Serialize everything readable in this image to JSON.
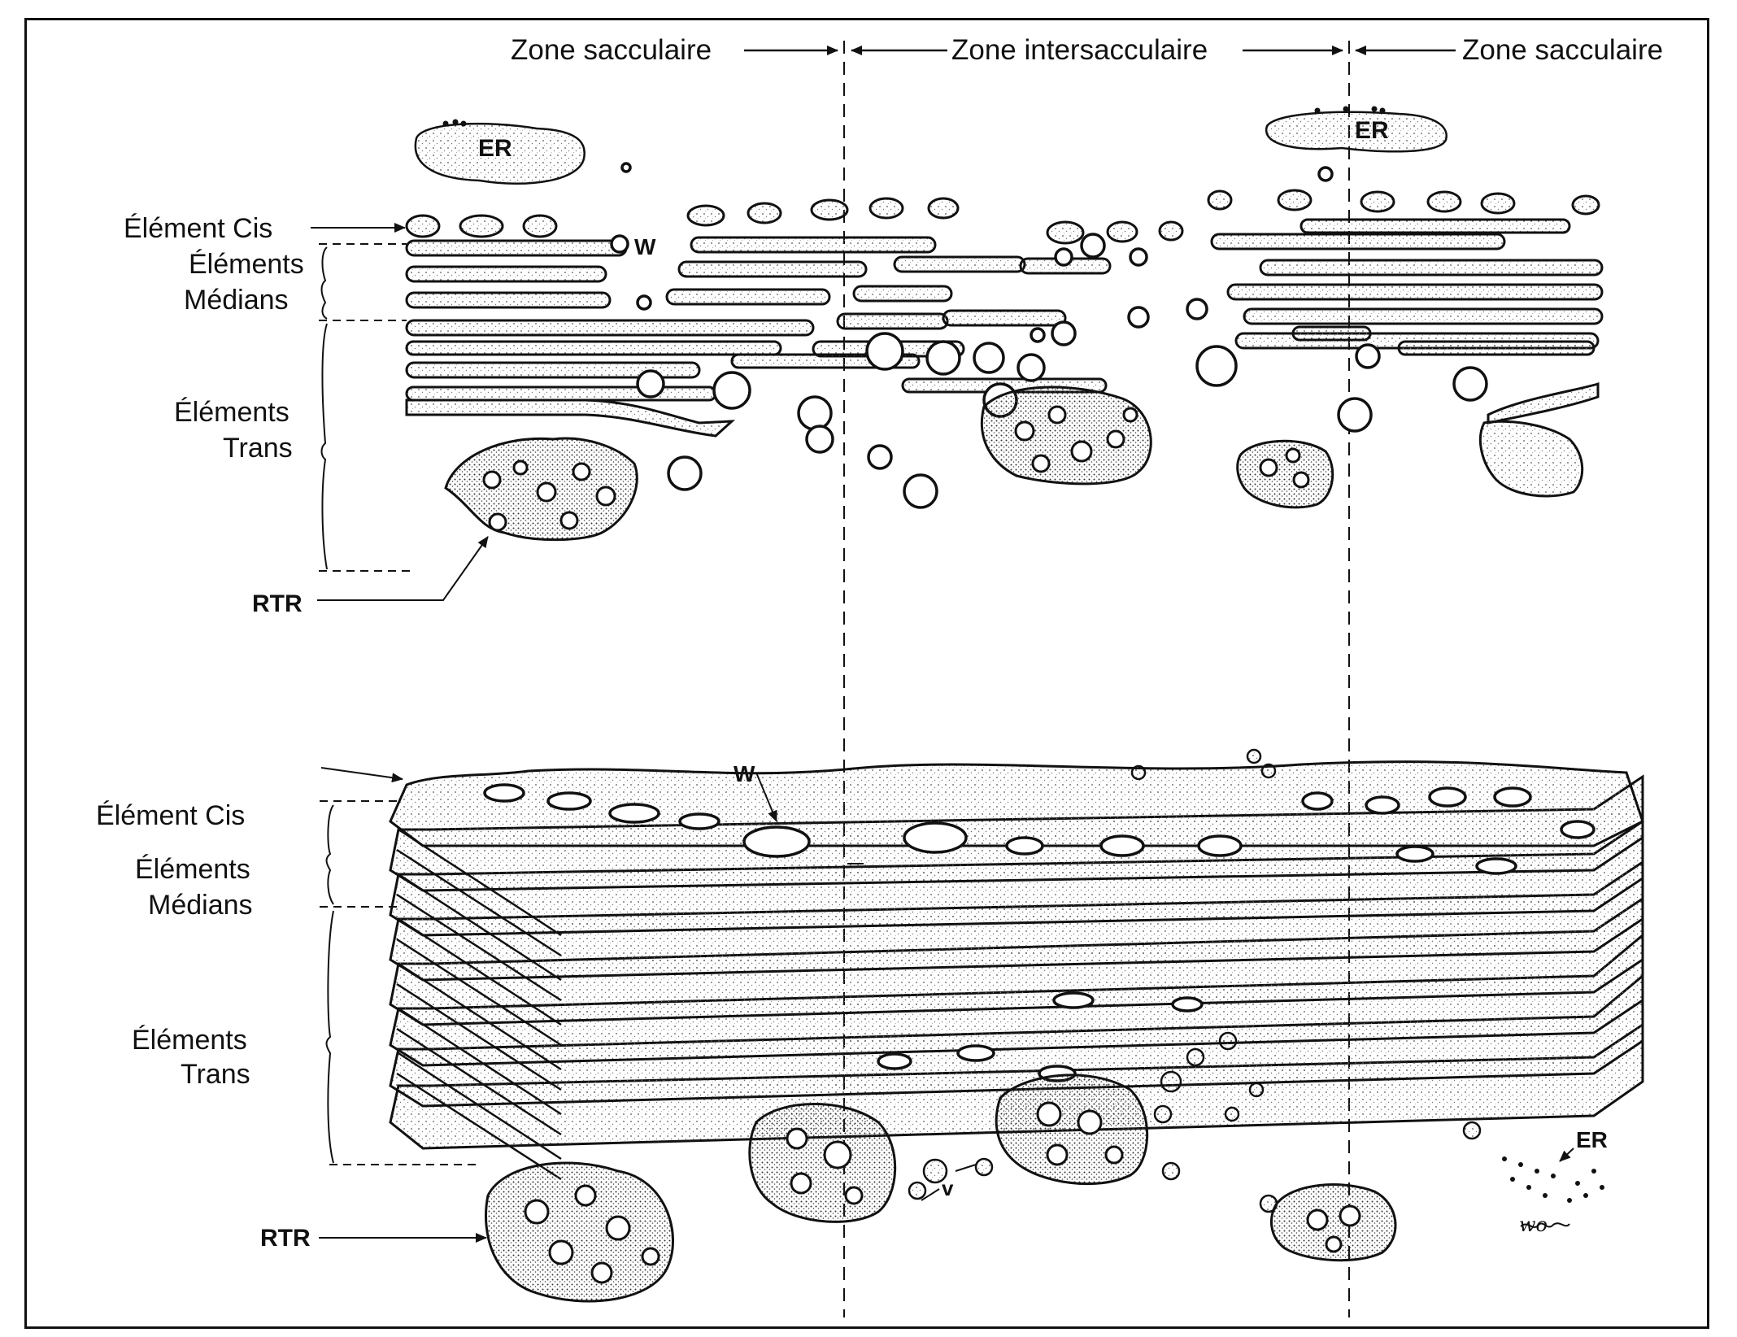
{
  "zones": {
    "left": "Zone sacculaire",
    "middle": "Zone intersacculaire",
    "right": "Zone sacculaire"
  },
  "top_diagram": {
    "cis": "Élément Cis",
    "medians_line1": "Éléments",
    "medians_line2": "Médians",
    "trans_line1": "Éléments",
    "trans_line2": "Trans",
    "rtr": "RTR",
    "er_left": "ER",
    "er_right": "ER",
    "w": "W"
  },
  "bottom_diagram": {
    "cis": "Élément Cis",
    "medians_line1": "Éléments",
    "medians_line2": "Médians",
    "trans_line1": "Éléments",
    "trans_line2": "Trans",
    "rtr": "RTR",
    "w": "W",
    "v": "v",
    "er": "ER",
    "signature": "wo"
  },
  "colors": {
    "ink": "#111111",
    "stipple": "#555555",
    "paper": "#ffffff"
  }
}
